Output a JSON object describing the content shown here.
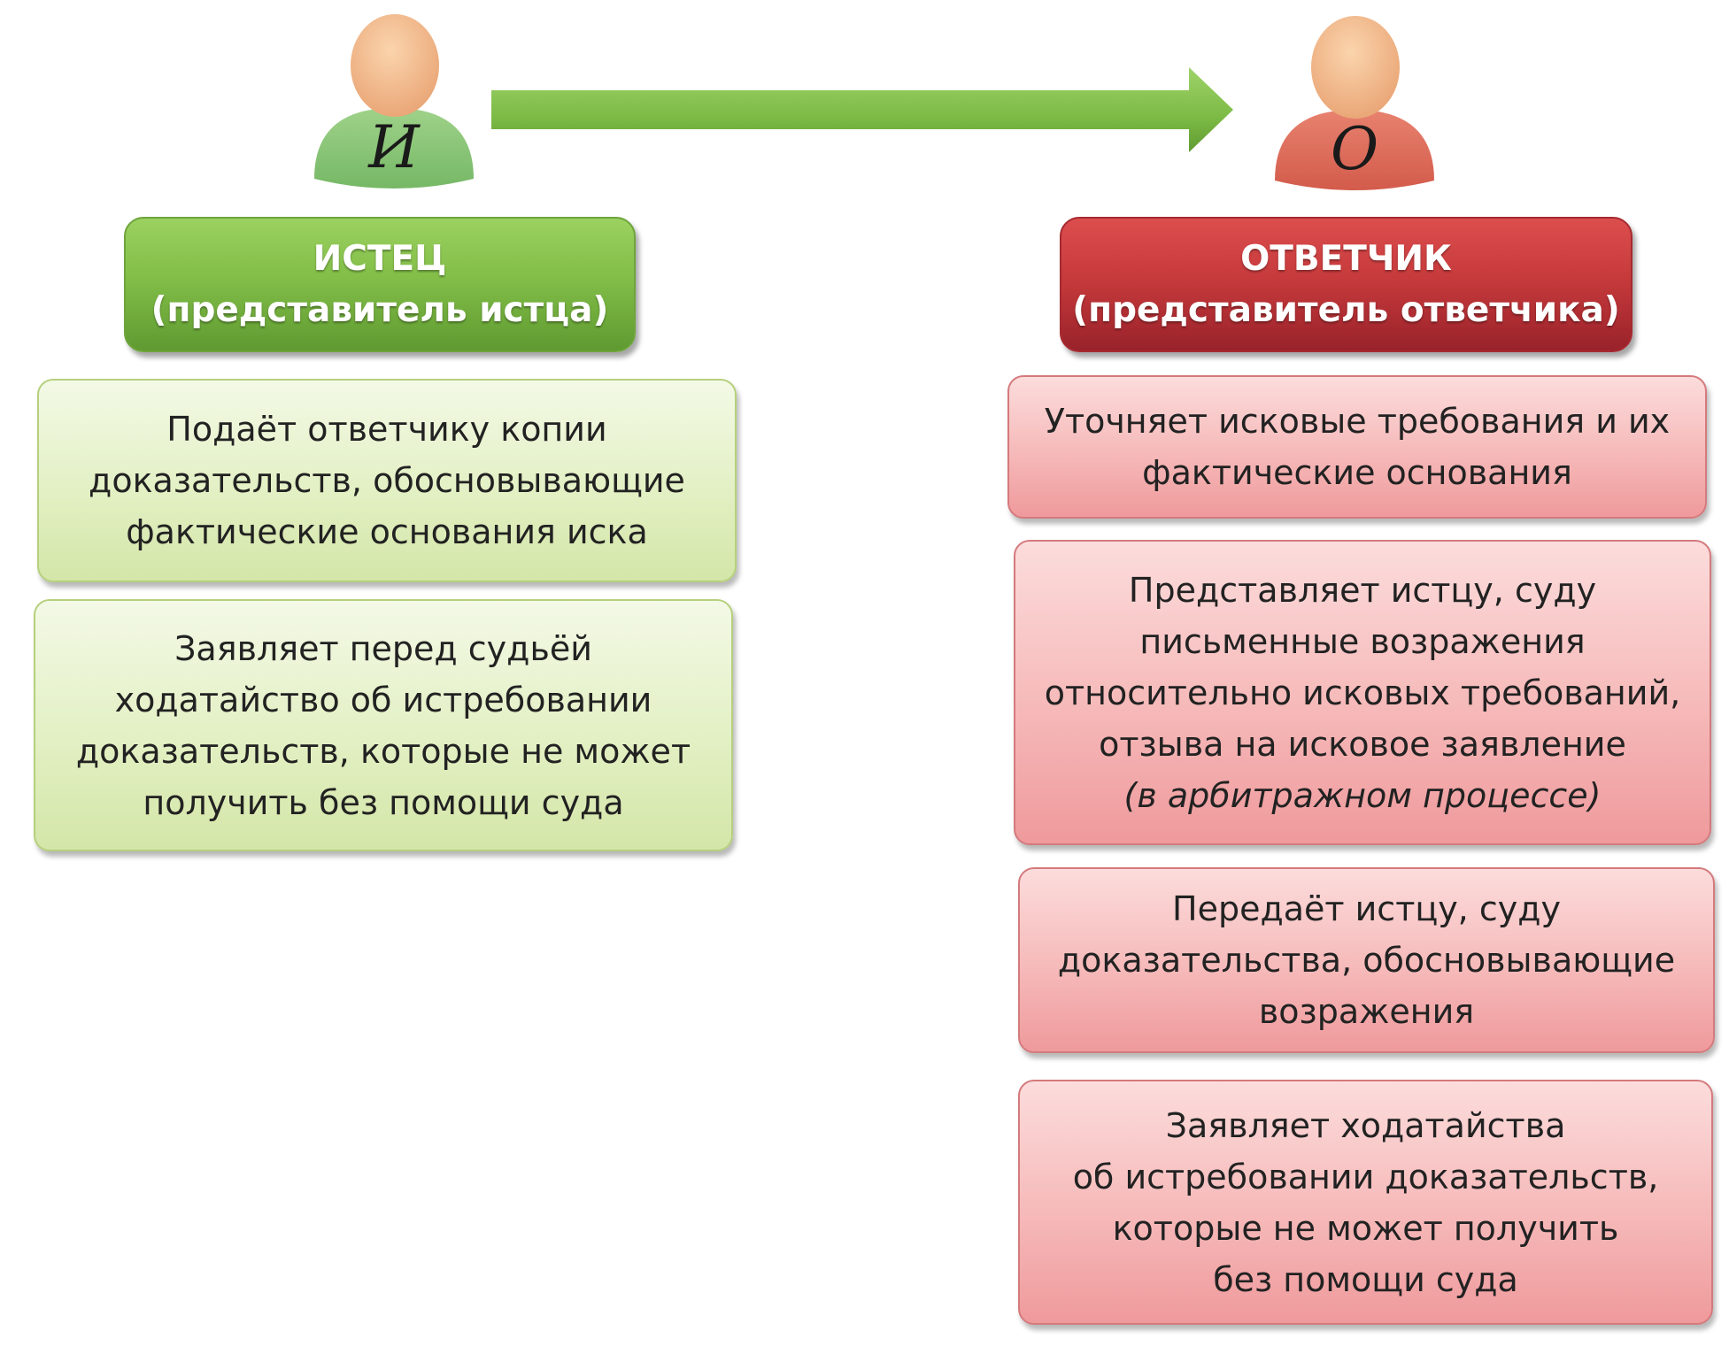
{
  "plaintiff": {
    "icon_letter": "И",
    "header_title": "ИСТЕЦ",
    "header_subtitle": "(представитель истца)",
    "duties": [
      {
        "lines": [
          "Подаёт ответчику копии",
          "доказательств, обосновывающие",
          "фактические основания иска"
        ]
      },
      {
        "lines": [
          "Заявляет перед судьёй",
          "ходатайство об истребовании",
          "доказательств, которые не может",
          "получить без помощи суда"
        ]
      }
    ]
  },
  "defendant": {
    "icon_letter": "О",
    "header_title": "ОТВЕТЧИК",
    "header_subtitle": "(представитель ответчика)",
    "duties": [
      {
        "lines": [
          "Уточняет исковые требования и их",
          "фактические основания"
        ]
      },
      {
        "lines": [
          "Представляет истцу, суду",
          "письменные возражения",
          "относительно исковых требований,",
          "отзыва на исковое заявление",
          "(в арбитражном процессе)"
        ]
      },
      {
        "lines": [
          "Передаёт истцу, суду",
          "доказательства, обосновывающие",
          "возражения"
        ]
      },
      {
        "lines": [
          "Заявляет ходатайства",
          "об истребовании доказательств,",
          "которые не может получить",
          "без помощи суда"
        ]
      }
    ]
  },
  "colors": {
    "plaintiff_accent": "#82be48",
    "defendant_accent": "#c73a3c",
    "arrow": "#7cba45"
  }
}
